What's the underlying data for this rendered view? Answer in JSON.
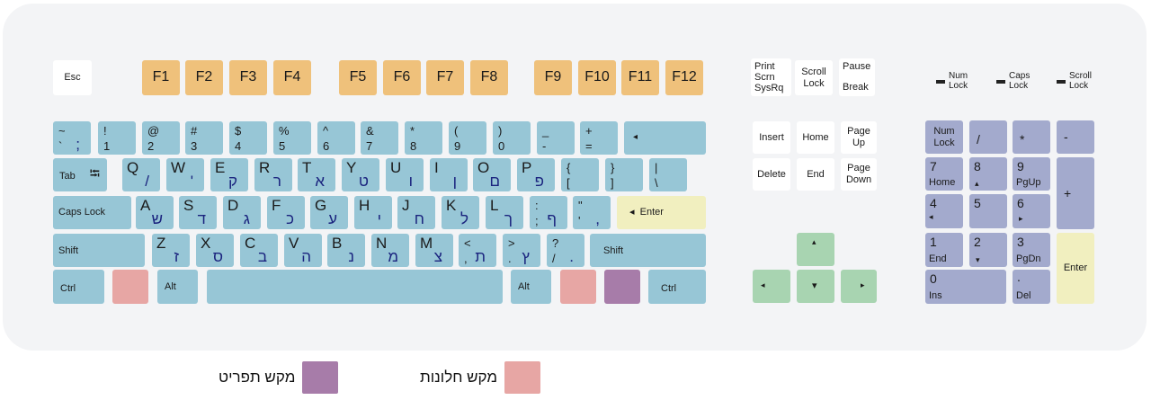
{
  "colors": {
    "background": "#f3f4f6",
    "function_keys": "#efc17b",
    "main_keys": "#97c6d6",
    "numpad_keys": "#a3aacd",
    "enter_keys": "#f1efbf",
    "arrow_keys": "#a8d4b1",
    "windows_keys": "#e7a6a4",
    "menu_keys": "#a77ca9",
    "hebrew_text": "#1a237e"
  },
  "esc": "Esc",
  "fkeys": [
    "F1",
    "F2",
    "F3",
    "F4",
    "F5",
    "F6",
    "F7",
    "F8",
    "F9",
    "F10",
    "F11",
    "F12"
  ],
  "system_keys": {
    "print": "Print\nScrn\nSysRq",
    "scroll": "Scroll\nLock",
    "pause": "Pause",
    "break": "Break"
  },
  "indicators": {
    "num": "Num\nLock",
    "caps": "Caps\nLock",
    "scroll": "Scroll\nLock"
  },
  "number_row": [
    {
      "top": "~",
      "bottom": "`",
      "heb": ";"
    },
    {
      "top": "!",
      "bottom": "1"
    },
    {
      "top": "@",
      "bottom": "2"
    },
    {
      "top": "#",
      "bottom": "3"
    },
    {
      "top": "$",
      "bottom": "4"
    },
    {
      "top": "%",
      "bottom": "5"
    },
    {
      "top": "^",
      "bottom": "6"
    },
    {
      "top": "&",
      "bottom": "7"
    },
    {
      "top": "*",
      "bottom": "8"
    },
    {
      "top": "(",
      "bottom": "9"
    },
    {
      "top": ")",
      "bottom": "0"
    },
    {
      "top": "_",
      "bottom": "-"
    },
    {
      "top": "+",
      "bottom": "="
    }
  ],
  "backspace_icon": "◂",
  "tab": {
    "label": "Tab",
    "icon": "⭾"
  },
  "qwerty_row": [
    {
      "lat": "Q",
      "heb": "/"
    },
    {
      "lat": "W",
      "heb": "'"
    },
    {
      "lat": "E",
      "heb": "ק"
    },
    {
      "lat": "R",
      "heb": "ר"
    },
    {
      "lat": "T",
      "heb": "א"
    },
    {
      "lat": "Y",
      "heb": "ט"
    },
    {
      "lat": "U",
      "heb": "ו"
    },
    {
      "lat": "I",
      "heb": "ן"
    },
    {
      "lat": "O",
      "heb": "ם"
    },
    {
      "lat": "P",
      "heb": "פ"
    },
    {
      "top": "{",
      "bottom": "["
    },
    {
      "top": "}",
      "bottom": "]"
    },
    {
      "top": "|",
      "bottom": "\\"
    }
  ],
  "caps": "Caps Lock",
  "home_row": [
    {
      "lat": "A",
      "heb": "ש"
    },
    {
      "lat": "S",
      "heb": "ד"
    },
    {
      "lat": "D",
      "heb": "ג"
    },
    {
      "lat": "F",
      "heb": "כ"
    },
    {
      "lat": "G",
      "heb": "ע"
    },
    {
      "lat": "H",
      "heb": "י"
    },
    {
      "lat": "J",
      "heb": "ח"
    },
    {
      "lat": "K",
      "heb": "ל"
    },
    {
      "lat": "L",
      "heb": "ך"
    },
    {
      "top": ":",
      "bottom": ";",
      "heb": "ף"
    },
    {
      "top": "\"",
      "bottom": "'",
      "heb": ","
    }
  ],
  "enter": "◂  Enter",
  "shift": "Shift",
  "bottom_letter_row": [
    {
      "lat": "Z",
      "heb": "ז"
    },
    {
      "lat": "X",
      "heb": "ס"
    },
    {
      "lat": "C",
      "heb": "ב"
    },
    {
      "lat": "V",
      "heb": "ה"
    },
    {
      "lat": "B",
      "heb": "נ"
    },
    {
      "lat": "N",
      "heb": "מ"
    },
    {
      "lat": "M",
      "heb": "צ"
    },
    {
      "top": "<",
      "bottom": ",",
      "heb": "ת"
    },
    {
      "top": ">",
      "bottom": ".",
      "heb": "ץ"
    },
    {
      "top": "?",
      "bottom": "/",
      "heb": "."
    }
  ],
  "ctrl": "Ctrl",
  "alt": "Alt",
  "nav": {
    "insert": "Insert",
    "home": "Home",
    "pgup": "Page\nUp",
    "delete": "Delete",
    "end": "End",
    "pgdn": "Page\nDown"
  },
  "arrows": {
    "up": "▴",
    "left": "◂",
    "down": "▾",
    "right": "▸"
  },
  "numpad": {
    "numlock": "Num\nLock",
    "div": "/",
    "mul": "*",
    "minus": "-",
    "plus": "+",
    "enter": "Enter",
    "n7": "7",
    "n7b": "Home",
    "n8": "8",
    "n8b": "▴",
    "n9": "9",
    "n9b": "PgUp",
    "n4": "4",
    "n4b": "◂",
    "n5": "5",
    "n6": "6",
    "n6b": "▸",
    "n1": "1",
    "n1b": "End",
    "n2": "2",
    "n2b": "▾",
    "n3": "3",
    "n3b": "PgDn",
    "n0": "0",
    "n0b": "Ins",
    "dot": ".",
    "dotb": "Del"
  },
  "legend": {
    "menu_key": "מקש תפריט",
    "windows_key": "מקש חלונות"
  }
}
